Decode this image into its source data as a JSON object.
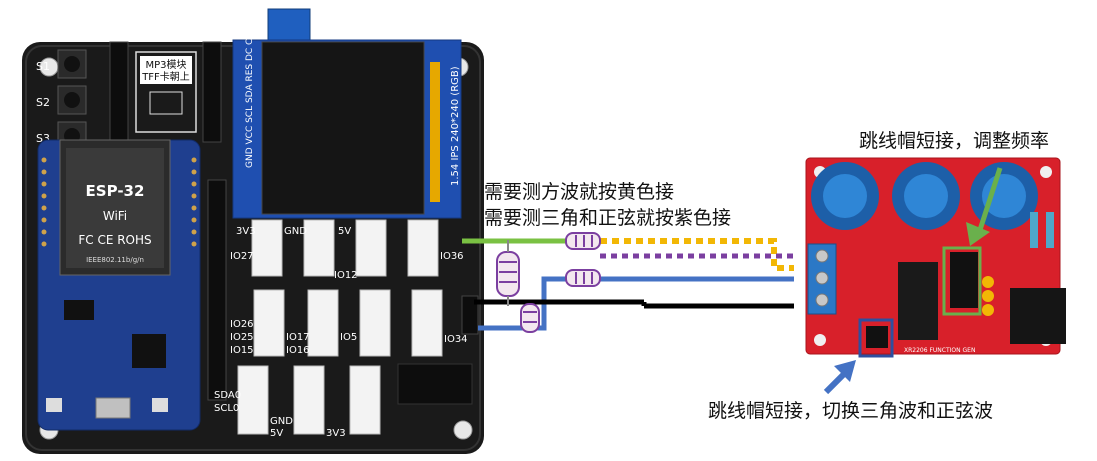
{
  "annotations": {
    "square_wave": "需要测方波就按黄色接",
    "triangle_sine": "需要测三角和正弦就按紫色接",
    "jumper_frequency": "跳线帽短接，调整频率",
    "jumper_switch": "跳线帽短接，切换三角波和正弦波"
  },
  "main_board": {
    "mp3_label_line1": "MP3模块",
    "mp3_label_line2": "TFF卡朝上",
    "switches": [
      "S1",
      "S2",
      "S3"
    ],
    "pins_left": [
      "IO27",
      "IO26",
      "IO25",
      "IO15"
    ],
    "pins_mid": [
      "IO12",
      "IO17",
      "IO16",
      "IO5"
    ],
    "pins_right": [
      "IO36",
      "IO34"
    ],
    "power_labels": [
      "GND",
      "3V3",
      "5V"
    ],
    "i2c_labels": [
      "SDA0",
      "SCL0",
      "GND",
      "5V",
      "3V3"
    ]
  },
  "esp32": {
    "title": "ESP-32",
    "line2": "WiFi",
    "line3": "FC CE ROHS",
    "line4": "IEEE802.11b/g/n"
  },
  "lcd": {
    "side_label": "1.54 IPS 240*240 (RGB)",
    "pins": "GND VCC SCL SDA RES DC CS BLK"
  },
  "signal_board": {
    "bottom_text": "XR2206 FUNCTION GEN"
  },
  "colors": {
    "green_wire": "#7ac143",
    "yellow_wire": "#f2b705",
    "purple_wire": "#7b3fa0",
    "blue_wire": "#4472c4",
    "black_wire": "#000000",
    "green_box": "#6ab04c",
    "blue_box": "#2f4f9f",
    "red_pcb": "#d8202a",
    "black_pcb": "#1a1a1a",
    "esp_blue": "#1f3f8f"
  }
}
